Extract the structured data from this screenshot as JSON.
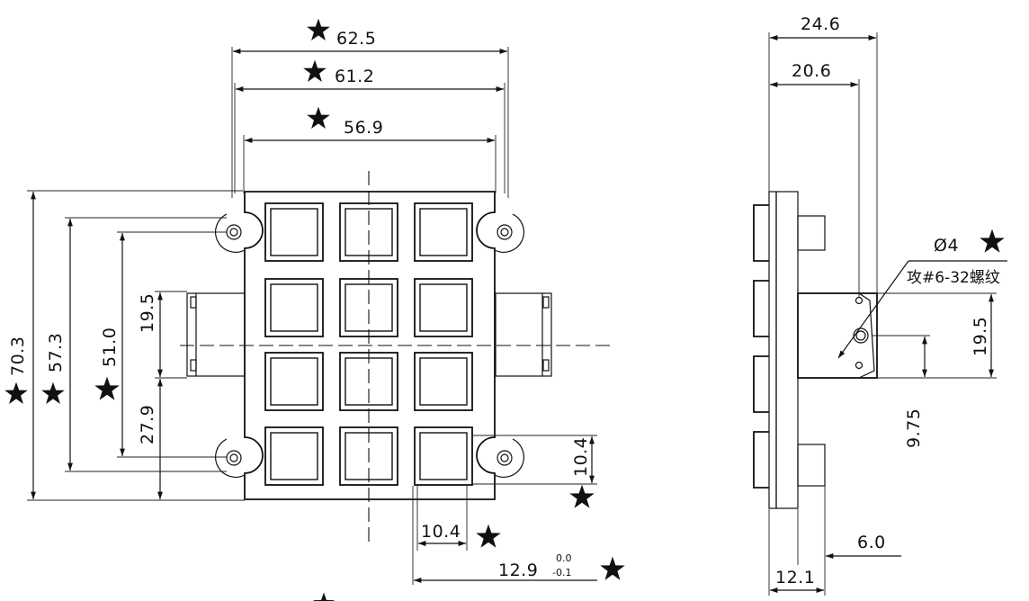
{
  "front_view": {
    "dims_horizontal": [
      "62.5",
      "61.2",
      "56.9"
    ],
    "dims_vertical": [
      "70.3",
      "57.3",
      "51.0",
      "19.5",
      "27.9"
    ],
    "key_height": "10.4",
    "key_width": "10.4",
    "pitch_base": "12.9",
    "pitch_tol_upper": "0.0",
    "pitch_tol_lower": "-0.1"
  },
  "side_view": {
    "dims_top": [
      "24.6",
      "20.6"
    ],
    "hole_diameter": "Ø4",
    "thread_note": "攻#6-32螺纹",
    "dims_right": [
      "19.5",
      "9.75"
    ],
    "dims_bottom": [
      "6.0",
      "12.1"
    ]
  },
  "symbols": {
    "critical_mark": "star-icon"
  }
}
